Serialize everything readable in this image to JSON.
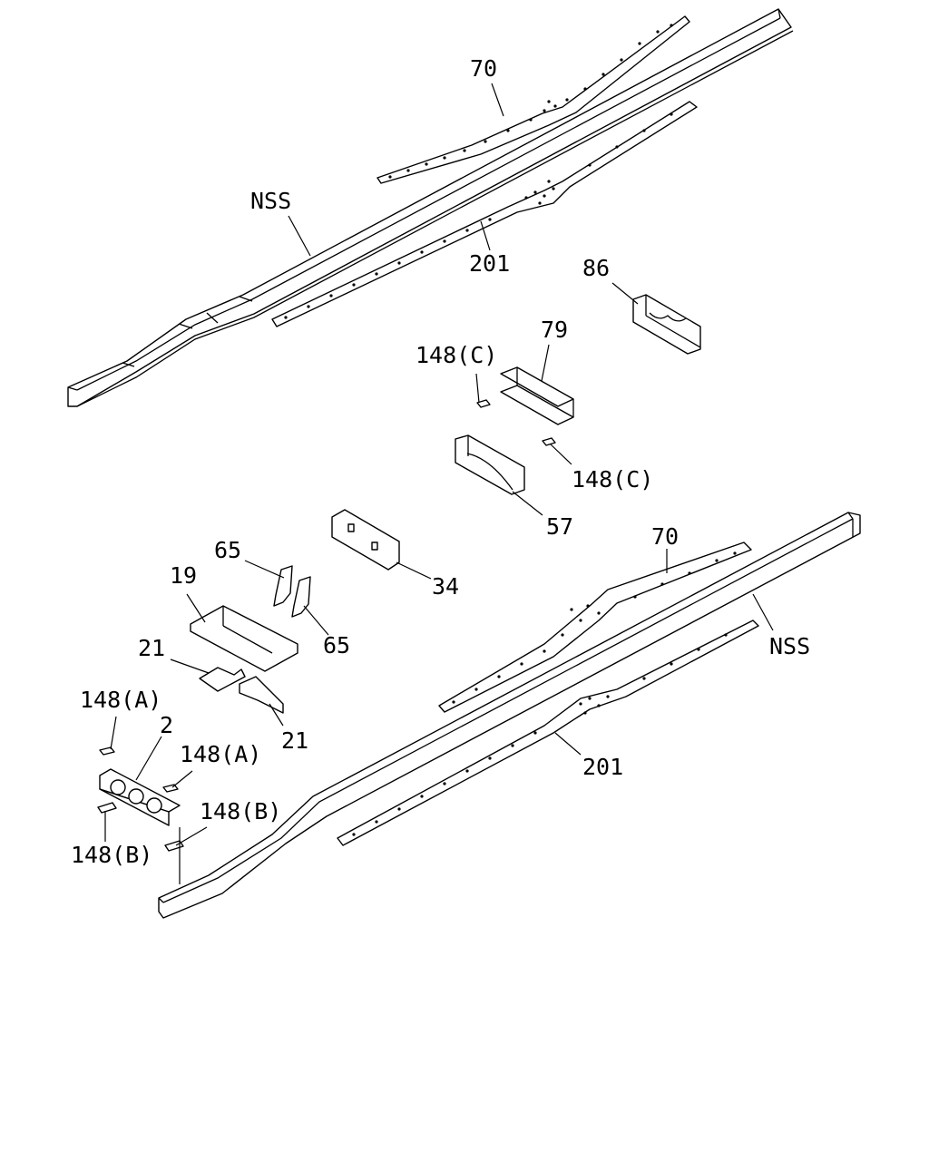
{
  "colors": {
    "ink": "#000000",
    "paper": "#ffffff"
  },
  "labels": {
    "upper_reinforcement": "70",
    "upper_frame": "NSS",
    "upper_liner": "201",
    "bracket_86": "86",
    "plate_79": "79",
    "shim_c_left": "148(C)",
    "shim_c_right": "148(C)",
    "crossmember_57": "57",
    "crossmember_34": "34",
    "bracket_65_top": "65",
    "bracket_65_bottom": "65",
    "crossmember_19": "19",
    "bracket_21_left": "21",
    "bracket_21_right": "21",
    "shim_a_left": "148(A)",
    "crossmember_2": "2",
    "shim_a_right": "148(A)",
    "shim_b_right": "148(B)",
    "shim_b_left": "148(B)",
    "lower_reinforcement": "70",
    "lower_frame": "NSS",
    "lower_liner": "201"
  }
}
